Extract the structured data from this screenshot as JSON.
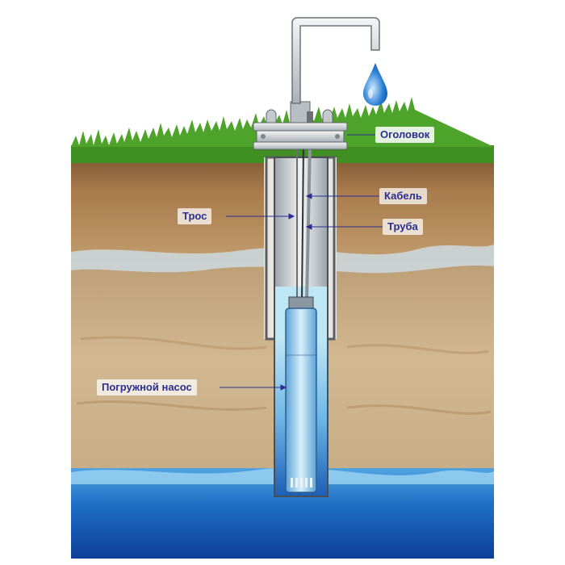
{
  "labels": {
    "wellhead": "Оголовок",
    "cable": "Кабель",
    "rope": "Трос",
    "pipe": "Труба",
    "pump": "Погружной насос"
  },
  "colors": {
    "label_text": "#2a2f8f",
    "water_drop": "#2a7fd4",
    "grass": "#3f8f22",
    "soil": "#a9794a",
    "groundwater": "#1e6fc4"
  }
}
